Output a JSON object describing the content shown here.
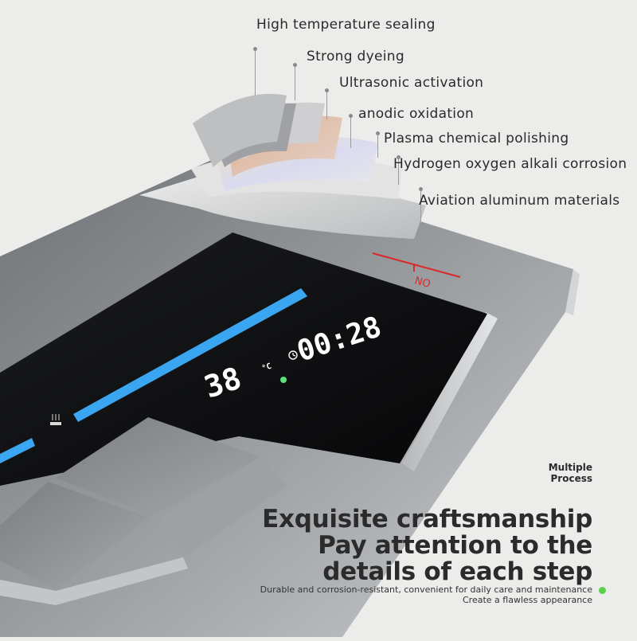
{
  "colors": {
    "background": "#ececea",
    "panel": "#8f9295",
    "display": "#0c0d0f",
    "light_strip": "#3aa6f2",
    "accent_red": "#d92a2a",
    "indicator_green": "#59d24a",
    "temp_dot": "#5be27a"
  },
  "layers": [
    "High temperature sealing",
    "Strong dyeing",
    "Ultrasonic activation",
    "anodic oxidation",
    "Plasma chemical polishing",
    "Hydrogen oxygen alkali corrosion",
    "Aviation aluminum materials"
  ],
  "marker_text": "NO",
  "display": {
    "temperature": "38",
    "temp_unit": "°C",
    "clock": "00:28",
    "clock_icon": "clock-icon",
    "shower_icon": "shower-icon"
  },
  "badge": {
    "line1": "Multiple",
    "line2": "Process"
  },
  "headline": {
    "line1": "Exquisite craftsmanship",
    "line2": "Pay attention to the",
    "line3": "details of each step"
  },
  "subtext": {
    "line1": "Durable and corrosion-resistant, convenient for daily care and maintenance",
    "line2": "Create a flawless appearance"
  }
}
